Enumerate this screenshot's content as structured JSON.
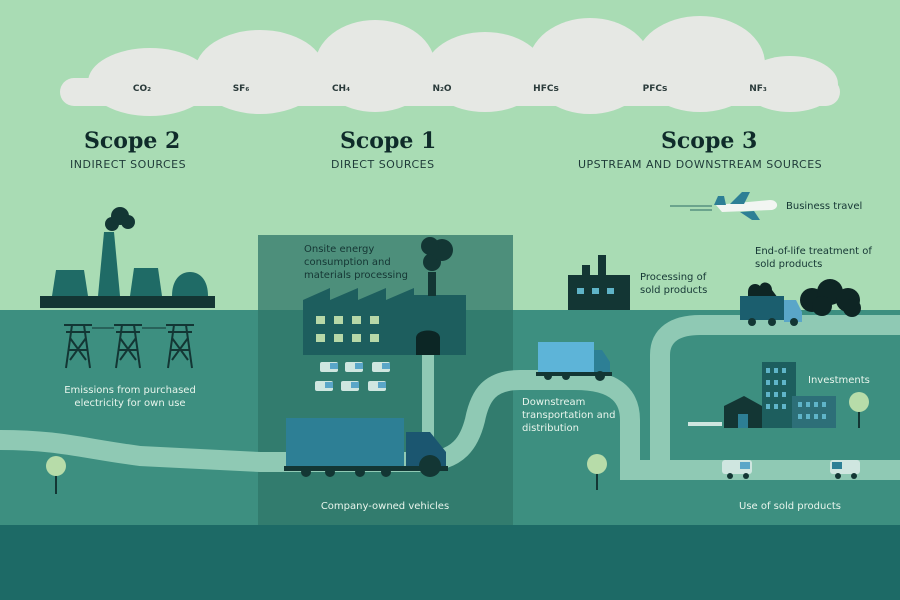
{
  "gases": [
    "CO₂",
    "SF₆",
    "CH₄",
    "N₂O",
    "HFCs",
    "PFCs",
    "NF₃"
  ],
  "scopes": [
    {
      "title": "Scope 2",
      "subtitle": "INDIRECT SOURCES"
    },
    {
      "title": "Scope 1",
      "subtitle": "DIRECT SOURCES"
    },
    {
      "title": "Scope 3",
      "subtitle": "UPSTREAM AND DOWNSTREAM SOURCES"
    }
  ],
  "labels": {
    "business_travel": "Business travel",
    "end_of_life": "End-of-life treatment of sold products",
    "processing": "Processing of sold products",
    "onsite_energy": "Onsite energy consumption and materials processing",
    "electricity": "Emissions from purchased electricity for own use",
    "downstream": "Downstream transportation and distribution",
    "investments": "Investments",
    "company_vehicles": "Company-owned vehicles",
    "use_of_sold": "Use of sold products"
  },
  "colors": {
    "sky": "#a9dcb4",
    "ground": "#3d8f80",
    "scope1_panel": "#2f7568",
    "road": "#8fc9b4",
    "bottom_band": "#1d6a66",
    "dark": "#133634"
  }
}
